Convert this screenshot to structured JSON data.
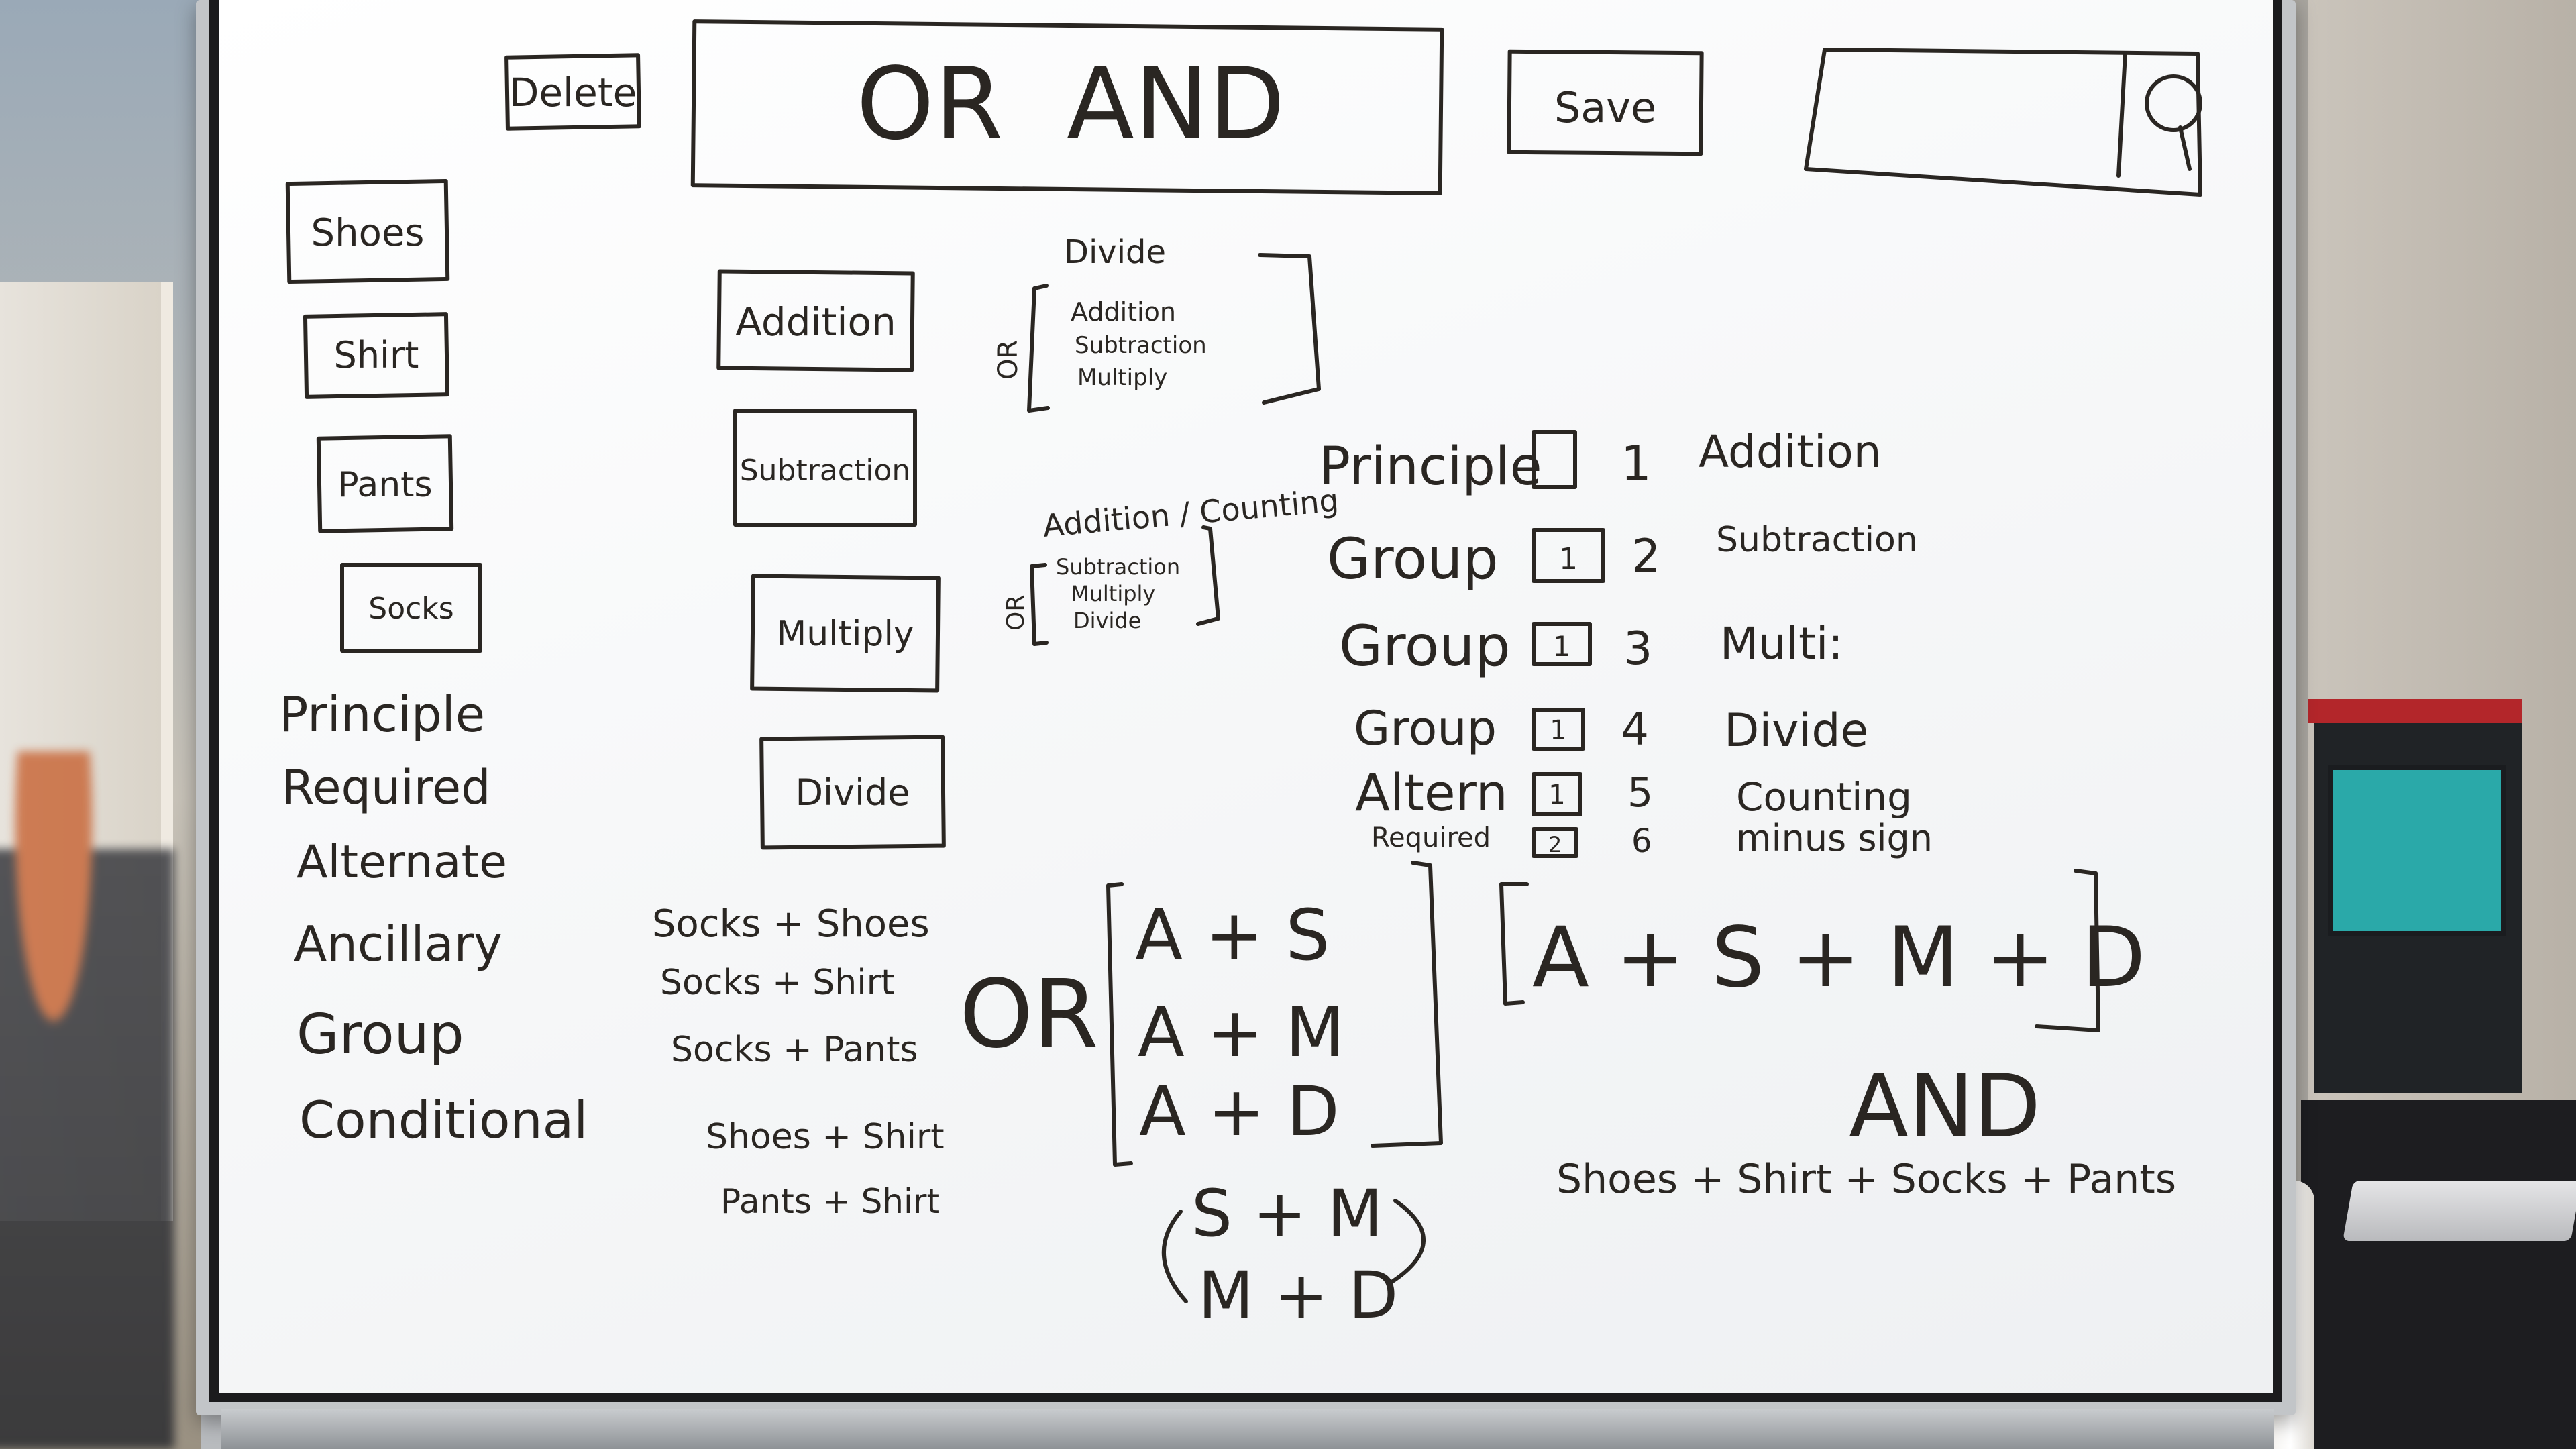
{
  "board": {
    "wireframe": {
      "delete_label": "Delete",
      "operator_bar_text": "OR  AND",
      "save_label": "Save",
      "search_icon": "magnifier-icon",
      "clothing_buttons": [
        "Shoes",
        "Shirt",
        "Pants",
        "Socks"
      ],
      "operation_buttons": [
        "Addition",
        "Subtraction",
        "Multiply",
        "Divide"
      ]
    },
    "type_list": [
      "Principle",
      "Required",
      "Alternate",
      "Ancillary",
      "Group",
      "Conditional"
    ],
    "divide_note": {
      "title": "Divide",
      "or_label": "OR",
      "items": [
        "Addition",
        "Subtraction",
        "Multiply"
      ]
    },
    "addition_note": {
      "title": "Addition / Counting",
      "or_label": "OR",
      "items": [
        "Subtraction",
        "Multiply",
        "Divide"
      ]
    },
    "role_table": [
      {
        "role": "Principle",
        "box": "",
        "number": "1",
        "operation": "Addition"
      },
      {
        "role": "Group",
        "box": "1",
        "number": "2",
        "operation": "Subtraction"
      },
      {
        "role": "Group",
        "box": "1",
        "number": "3",
        "operation": "Multi:"
      },
      {
        "role": "Group",
        "box": "1",
        "number": "4",
        "operation": "Divide"
      },
      {
        "role": "Altern",
        "box": "1",
        "number": "5",
        "operation": "Counting"
      },
      {
        "role": "Required",
        "box": "2",
        "number": "6",
        "operation": "minus sign"
      }
    ],
    "combos": [
      "Socks + Shoes",
      "Socks + Shirt",
      "Socks + Pants",
      "Shoes + Shirt",
      "Pants + Shirt"
    ],
    "or_label": "OR",
    "or_group": [
      "A + S",
      "A + M",
      "A + D"
    ],
    "paren_group": [
      "S + M",
      "M + D"
    ],
    "and_expression": "A + S + M + D",
    "and_label": "AND",
    "and_items": "Shoes + Shirt + Socks + Pants"
  },
  "colors": {
    "ink": "#2a2622",
    "board": "#f7f8f9",
    "frame": "#c2c5c8"
  }
}
